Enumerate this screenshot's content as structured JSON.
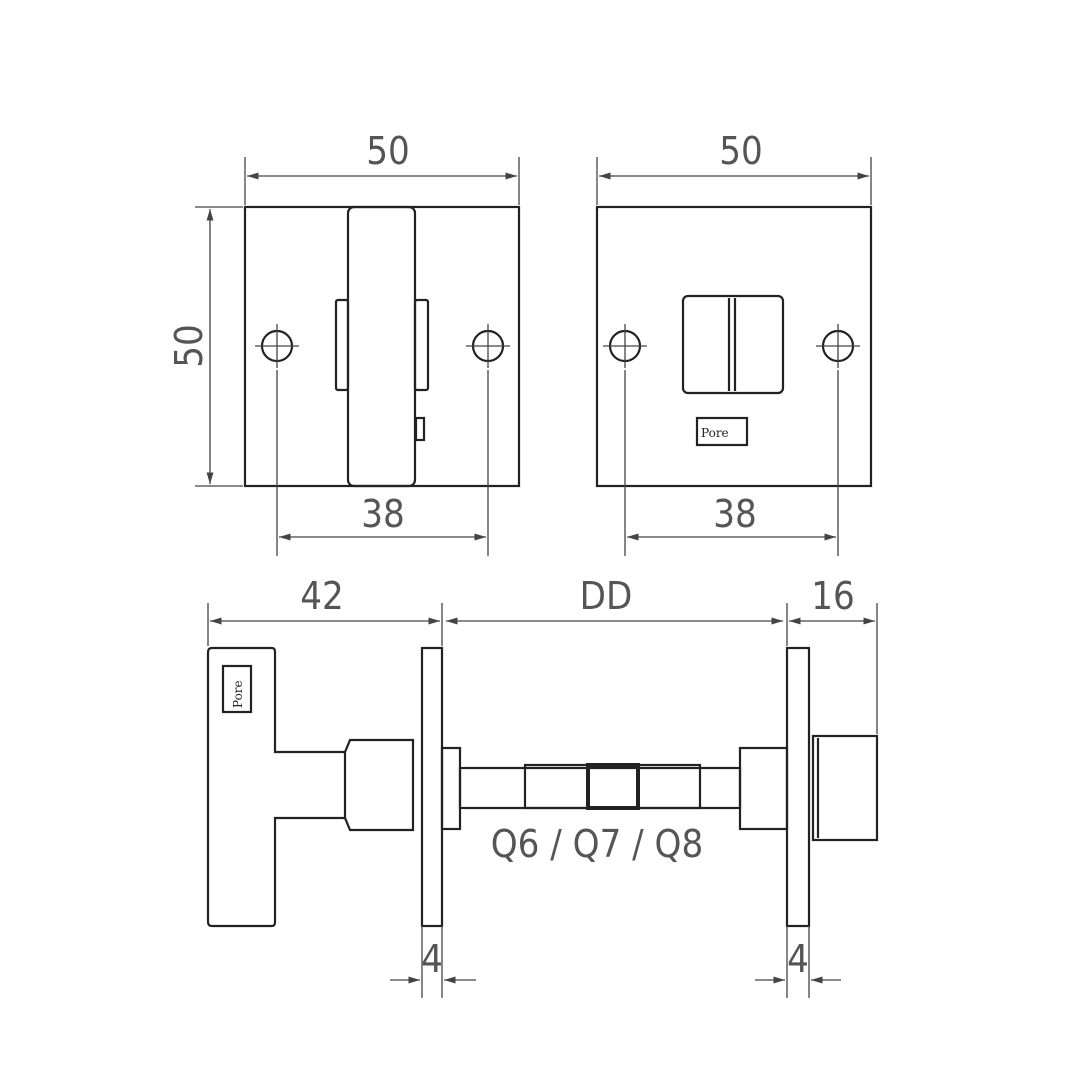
{
  "title": "Bathroom privacy lock technical drawing",
  "logo_text": "Pore",
  "dimensions": {
    "front_width_left": "50",
    "front_width_right": "50",
    "front_height": "50",
    "hole_spacing_left": "38",
    "hole_spacing_right": "38",
    "handle_depth": "42",
    "door_thickness": "DD",
    "knob_depth": "16",
    "rose_thickness_left": "4",
    "rose_thickness_right": "4"
  },
  "spindle_label": "Q6 / Q7 / Q8"
}
